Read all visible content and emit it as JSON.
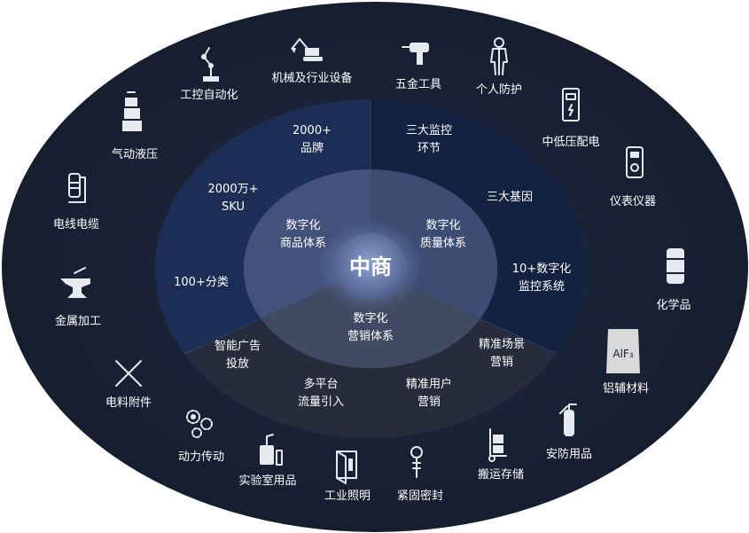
{
  "center": "中商",
  "ring_inner": {
    "product": [
      "数字化",
      "商品体系"
    ],
    "quality": [
      "数字化",
      "质量体系"
    ],
    "marketing": [
      "数字化",
      "营销体系"
    ]
  },
  "ring_outer": {
    "brands": [
      "2000+",
      "品牌"
    ],
    "sku": [
      "2000万+",
      "SKU"
    ],
    "categories": "100+分类",
    "monitor_links": [
      "三大监控",
      "环节"
    ],
    "genes": "三大基因",
    "monitor_system": [
      "10+数字化",
      "监控系统"
    ],
    "scene": [
      "精准场景",
      "营销"
    ],
    "user": [
      "精准用户",
      "营销"
    ],
    "traffic": [
      "多平台",
      "流量引入"
    ],
    "ads": [
      "智能广告",
      "投放"
    ]
  },
  "categories": [
    {
      "label": "工控自动化",
      "icon": "robot-arm-icon"
    },
    {
      "label": "机械及行业设备",
      "icon": "excavator-icon"
    },
    {
      "label": "五金工具",
      "icon": "drill-icon"
    },
    {
      "label": "个人防护",
      "icon": "protective-suit-icon"
    },
    {
      "label": "中低压配电",
      "icon": "distribution-box-icon"
    },
    {
      "label": "仪表仪器",
      "icon": "multimeter-icon"
    },
    {
      "label": "化学品",
      "icon": "chemical-barrel-icon"
    },
    {
      "label": "铝辅材料",
      "icon": "material-bag-icon"
    },
    {
      "label": "安防用品",
      "icon": "fire-extinguisher-icon"
    },
    {
      "label": "搬运存储",
      "icon": "hand-truck-icon"
    },
    {
      "label": "紧固密封",
      "icon": "bolt-icon"
    },
    {
      "label": "工业照明",
      "icon": "lamp-icon"
    },
    {
      "label": "实验室用品",
      "icon": "lab-bottle-icon"
    },
    {
      "label": "动力传动",
      "icon": "gears-icon"
    },
    {
      "label": "电料附件",
      "icon": "screwdriver-wrench-icon"
    },
    {
      "label": "金属加工",
      "icon": "anvil-icon"
    },
    {
      "label": "电线电缆",
      "icon": "cable-reel-icon"
    },
    {
      "label": "气动液压",
      "icon": "hydraulic-valve-icon"
    }
  ],
  "bag_text": "AlF₃",
  "colors": {
    "outer_ellipse": "#1a2236",
    "ring_top_left": "#1c2e55",
    "ring_right": "#142344",
    "ring_bottom": "#252b3b",
    "inner_disc": "#46557a",
    "center": "#6a7db3"
  }
}
